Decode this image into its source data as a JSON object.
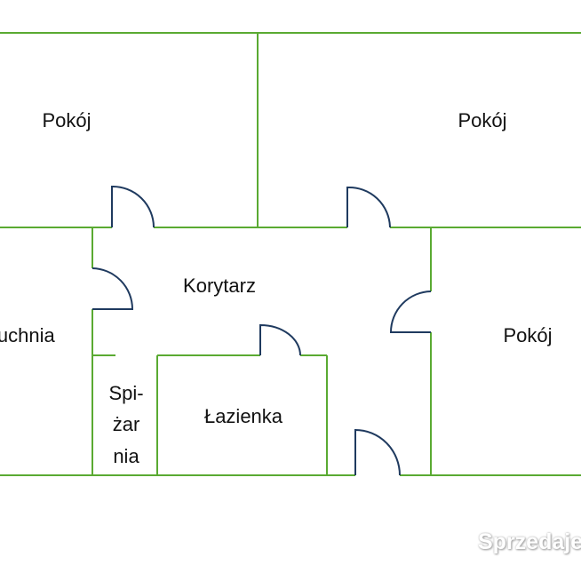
{
  "rooms": {
    "room_top_left": "Pokój",
    "room_top_right": "Pokój",
    "room_right": "Pokój",
    "corridor": "Korytarz",
    "kitchen": "Kuchnia",
    "pantry_line1": "Spi-",
    "pantry_line2": "żar",
    "pantry_line3": "nia",
    "bathroom": "Łazienka"
  },
  "watermark": "Sprzedajemy",
  "colors": {
    "wall": "#5aaa32",
    "door": "#1f3a5f",
    "text": "#111111"
  }
}
